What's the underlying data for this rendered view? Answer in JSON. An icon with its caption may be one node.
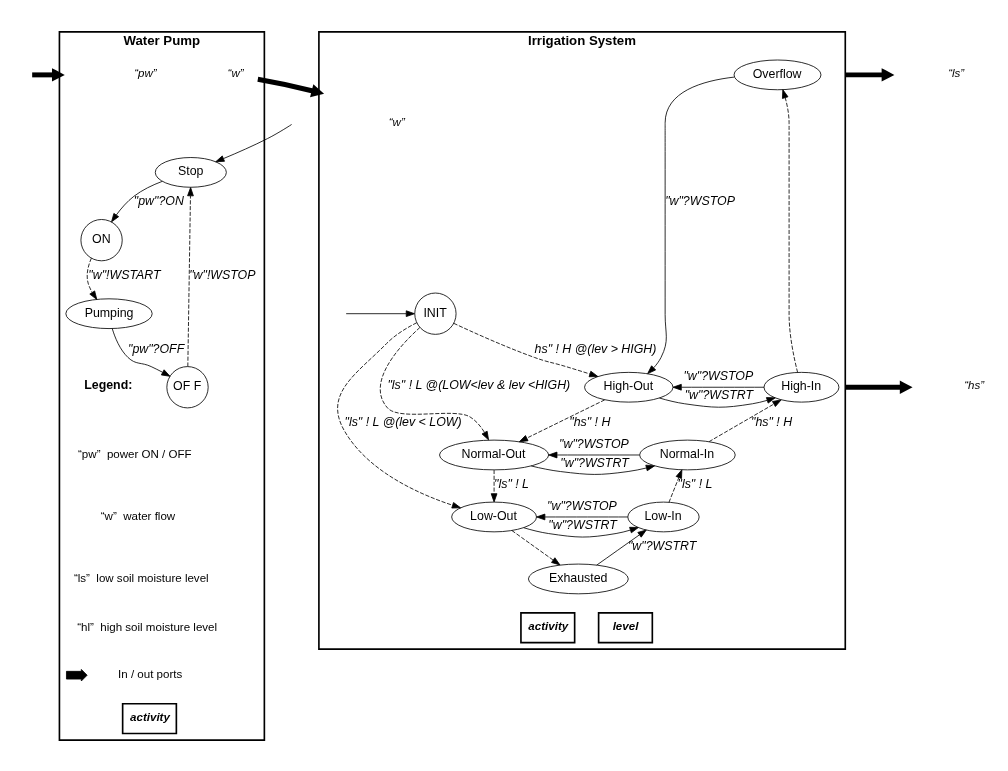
{
  "diagram": {
    "nodes": [
      {
        "text": [
          "Water Pump"
        ]
      },
      {
        "text": [
          "Stop"
        ],
        "in": 0
      },
      {
        "text": [
          "OF F"
        ],
        "in": 0
      },
      {
        "text": [
          "ON"
        ],
        "in": 0
      },
      {
        "text": [
          "Pumping"
        ],
        "in": 0
      },
      {
        "text": [
          "activity"
        ],
        "in": 0
      },
      {
        "text": [
          "Irrigation System"
        ]
      },
      {
        "text": [
          "INIT"
        ],
        "in": 6
      },
      {
        "text": [
          "High-Out"
        ],
        "in": 6
      },
      {
        "text": [
          "High-In"
        ],
        "in": 6
      },
      {
        "text": [
          "Overflow"
        ],
        "in": 6
      },
      {
        "text": [
          "Normal-Out"
        ],
        "in": 6
      },
      {
        "text": [
          "Normal-In"
        ],
        "in": 6
      },
      {
        "text": [
          "Low-Out"
        ],
        "in": 6
      },
      {
        "text": [
          "Low-In"
        ],
        "in": 6
      },
      {
        "text": [
          "Exhausted"
        ],
        "in": 6
      },
      {
        "text": [
          "activity"
        ],
        "in": 6
      },
      {
        "text": [
          "level"
        ],
        "in": 6
      }
    ],
    "edges": [
      {
        "from": null,
        "to": 0,
        "arrow": "to",
        "style": "thick"
      },
      {
        "from": 0,
        "to": 6,
        "arrow": "to",
        "style": "thick"
      },
      {
        "from": 6,
        "to": null,
        "arrow": "to",
        "style": "thick"
      },
      {
        "from": 6,
        "to": null,
        "arrow": "to",
        "style": "thick"
      },
      {
        "from": null,
        "to": 1,
        "arrow": "to"
      },
      {
        "from": 1,
        "to": 3,
        "label": "\"pw\"?ON",
        "arrow": "to"
      },
      {
        "from": 3,
        "to": 4,
        "label": "\"w\"!WSTART",
        "arrow": "to",
        "style": "dashed"
      },
      {
        "from": 4,
        "to": 2,
        "label": "\"pw\"?OFF",
        "arrow": "to"
      },
      {
        "from": 2,
        "to": 1,
        "label": "\"w\"!WSTOP",
        "arrow": "to",
        "style": "dashed"
      },
      {
        "from": null,
        "to": 7,
        "arrow": "to"
      },
      {
        "from": 7,
        "to": 8,
        "label": "hs\" ! H @(lev > HIGH)",
        "arrow": "to",
        "style": "dashed"
      },
      {
        "from": 7,
        "to": 11,
        "label": "\"ls\" ! L @(LOW<lev & lev <HIGH)",
        "arrow": "to",
        "style": "dashed"
      },
      {
        "from": 7,
        "to": 13,
        "label": "\"ls\" ! L @(lev < LOW)",
        "arrow": "to",
        "style": "dashed"
      },
      {
        "from": 10,
        "to": 8,
        "label": "\"w\"?WSTOP",
        "arrow": "to"
      },
      {
        "from": 8,
        "to": 9,
        "label": "\"w\"?WSTRT",
        "arrow": "to"
      },
      {
        "from": 9,
        "to": 8,
        "label": "\"w\"?WSTOP",
        "arrow": "to"
      },
      {
        "from": 9,
        "to": 10,
        "arrow": "to",
        "style": "dashed"
      },
      {
        "from": 8,
        "to": 11,
        "label": "\"hs\" ! H",
        "arrow": "to",
        "style": "dashed"
      },
      {
        "from": 11,
        "to": 12,
        "label": "\"w\"?WSTRT",
        "arrow": "to"
      },
      {
        "from": 12,
        "to": 11,
        "label": "\"w\"?WSTOP",
        "arrow": "to"
      },
      {
        "from": 12,
        "to": 9,
        "label": "\"hs\" ! H",
        "arrow": "to",
        "style": "dashed"
      },
      {
        "from": 11,
        "to": 13,
        "label": "\"ls\" ! L",
        "arrow": "to",
        "style": "dashed"
      },
      {
        "from": 13,
        "to": 14,
        "label": "\"w\"?WSTRT",
        "arrow": "to"
      },
      {
        "from": 14,
        "to": 13,
        "label": "\"w\"?WSTOP",
        "arrow": "to"
      },
      {
        "from": 14,
        "to": 12,
        "label": "\"ls\" ! L",
        "arrow": "to",
        "style": "dashed"
      },
      {
        "from": 13,
        "to": 15,
        "arrow": "to",
        "style": "dashed"
      },
      {
        "from": 15,
        "to": 14,
        "label": "\"w\"?WSTRT",
        "arrow": "to"
      }
    ],
    "labels": [
      "“pw”",
      "“w”",
      "“w”",
      "“ls”",
      "“hs”",
      "Legend:"
    ],
    "legend": [
      {
        "text": "“pw”  power ON / OFF"
      },
      {
        "text": "“w”  water flow"
      },
      {
        "text": "“ls”  low soil moisture level"
      },
      {
        "text": "“hl”  high soil moisture level"
      },
      {
        "text": "In / out ports"
      }
    ]
  }
}
